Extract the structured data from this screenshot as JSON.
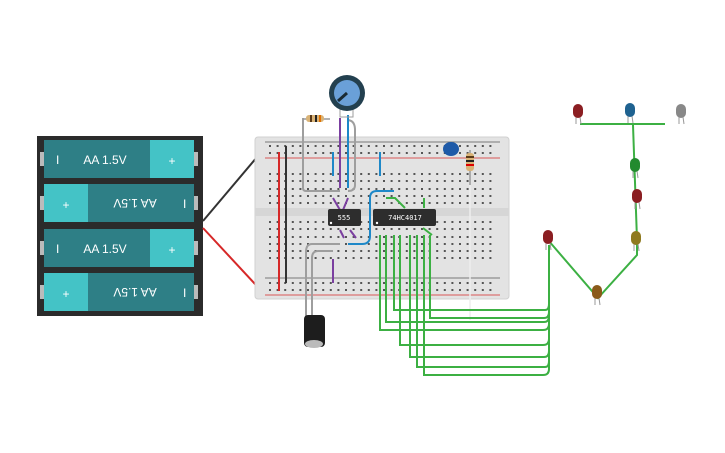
{
  "battery_pack": {
    "cells": [
      {
        "label": "AA 1.5V",
        "minus": "I",
        "plus": "+",
        "flipped": false
      },
      {
        "label": "AA 1.5V",
        "minus": "I",
        "plus": "+",
        "flipped": true
      },
      {
        "label": "AA 1.5V",
        "minus": "I",
        "plus": "+",
        "flipped": false
      },
      {
        "label": "AA 1.5V",
        "minus": "I",
        "plus": "+",
        "flipped": true
      }
    ]
  },
  "chips": {
    "timer": "555",
    "counter": "74HC4017"
  },
  "colors": {
    "wire_green": "#3cb043",
    "wire_red": "#d62828",
    "wire_black": "#333333",
    "wire_blue": "#1e88c8",
    "wire_purple": "#7b3fa0",
    "wire_gray": "#9e9e9e",
    "cell_dark": "#2e7f86",
    "cell_light": "#44c3c6"
  },
  "leds": [
    "red",
    "blue",
    "gray",
    "green",
    "red",
    "olive",
    "red",
    "brown"
  ]
}
